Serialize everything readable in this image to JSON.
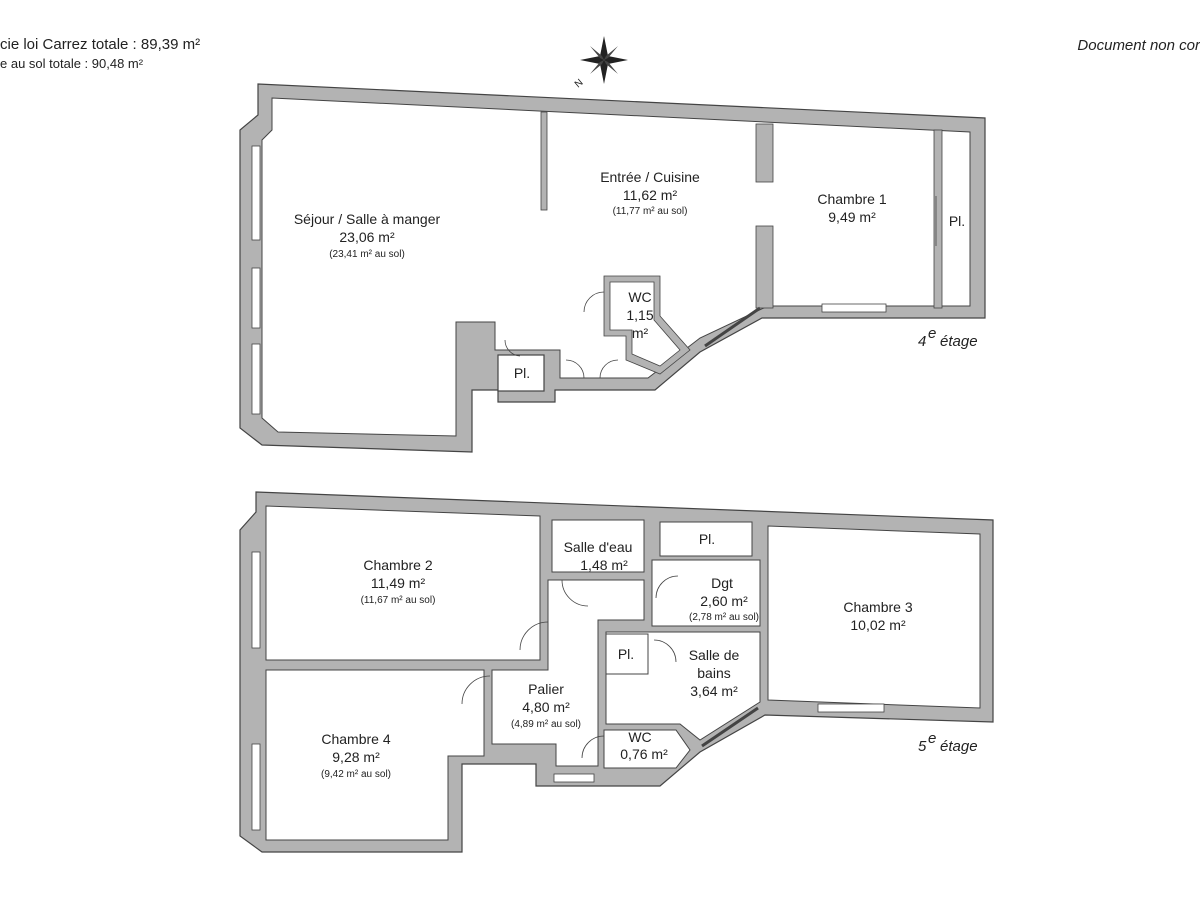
{
  "header": {
    "carrez_total": "cie loi Carrez totale : 89,39 m²",
    "sol_total": "e au sol totale :  90,48 m²",
    "disclaimer": "Document non cor"
  },
  "compass": {
    "label": "N"
  },
  "floors": {
    "floor4": {
      "label_num": "4",
      "label_sup": "e",
      "label_word": "étage",
      "rooms": {
        "sejour": {
          "name": "Séjour / Salle à manger",
          "area": "23,06 m²",
          "sol": "(23,41 m² au sol)"
        },
        "entree": {
          "name": "Entrée / Cuisine",
          "area": "11,62 m²",
          "sol": "(11,77 m² au sol)"
        },
        "chambre1": {
          "name": "Chambre 1",
          "area": "9,49 m²"
        },
        "pl_right": {
          "name": "Pl."
        },
        "wc": {
          "name": "WC",
          "area_line1": "1,15",
          "area_line2": "m²"
        },
        "pl_small": {
          "name": "Pl."
        }
      }
    },
    "floor5": {
      "label_num": "5",
      "label_sup": "e",
      "label_word": "étage",
      "rooms": {
        "chambre2": {
          "name": "Chambre 2",
          "area": "11,49 m²",
          "sol": "(11,67 m² au sol)"
        },
        "salle_eau": {
          "name": "Salle d'eau",
          "area": "1,48 m²"
        },
        "pl_top": {
          "name": "Pl."
        },
        "dgt": {
          "name": "Dgt",
          "area": "2,60 m²",
          "sol": "(2,78 m² au sol)"
        },
        "chambre3": {
          "name": "Chambre 3",
          "area": "10,02 m²"
        },
        "pl_mid": {
          "name": "Pl."
        },
        "sdb": {
          "name_line1": "Salle de",
          "name_line2": "bains",
          "area": "3,64 m²"
        },
        "palier": {
          "name": "Palier",
          "area": "4,80 m²",
          "sol": "(4,89 m² au sol)"
        },
        "chambre4": {
          "name": "Chambre 4",
          "area": "9,28 m²",
          "sol": "(9,42 m² au sol)"
        },
        "wc": {
          "name": "WC",
          "area": "0,76 m²"
        }
      }
    }
  },
  "colors": {
    "wall": "#b3b3b3",
    "wall_stroke": "#444444",
    "text": "#222222"
  }
}
